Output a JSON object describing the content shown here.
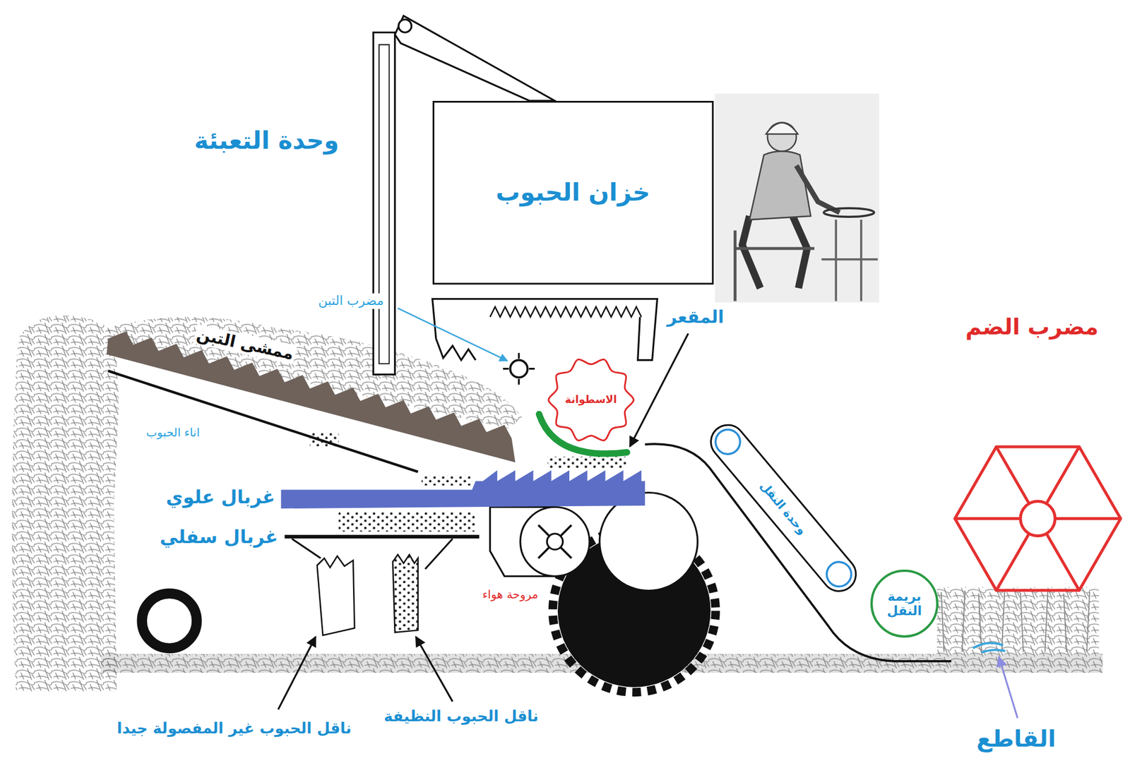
{
  "diagram": {
    "nodes": [
      {
        "text": [
          "خزان الحبوب"
        ]
      },
      {
        "text": [
          "الاسطوانة"
        ]
      },
      {
        "text": [
          "وحدة النقل"
        ]
      },
      {
        "text": [
          "بريمة النقل"
        ]
      }
    ],
    "labels": [
      "وحدة التعبئة",
      "مضرب التبن",
      "ممشى التبن",
      "المقعر",
      "مضرب الضم",
      "اناء الحبوب",
      "غربال علوي",
      "غربال سفلي",
      "مروحة هواء",
      "ناقل الحبوب غير المفصولة جيدا",
      "ناقل الحبوب النظيفة",
      "القاطع"
    ]
  }
}
